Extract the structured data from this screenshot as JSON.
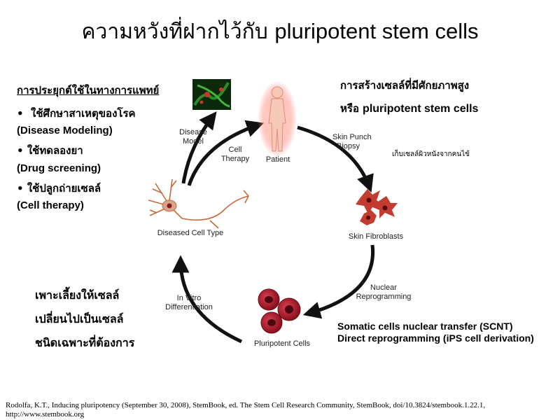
{
  "title": {
    "thai": "ความหวังที่ฝากไว้กับ",
    "english": "pluripotent stem cells"
  },
  "left_panel": {
    "heading": "การประยุกต์ใช้ในทางการแพทย์",
    "items": [
      {
        "bullet": "•",
        "thai": "ใช้ศึกษาสาเหตุของโรค",
        "english": "(Disease Modeling)"
      },
      {
        "bullet": "•",
        "thai": "ใช้ทดลองยา",
        "english": "(Drug screening)"
      },
      {
        "bullet": "•",
        "thai": "ใช้ปลูกถ่ายเซลล์",
        "english": "(Cell therapy)"
      }
    ]
  },
  "right_panel": {
    "line1": "การสร้างเซลล์ที่มีศักยภาพสูง",
    "line2_thai": "หรือ",
    "line2_english": "pluripotent stem cells",
    "note": "เก็บเซลล์ผิวหนังจากคนไข้"
  },
  "bottom_left": {
    "lines": [
      "เพาะเลี้ยงให้เซลล์",
      "เปลี่ยนไปเป็นเซลล์",
      "ชนิดเฉพาะที่ต้องการ"
    ]
  },
  "bottom_right": {
    "lines": [
      "Somatic cells nuclear transfer (SCNT)",
      "Direct reprogramming (iPS cell derivation)"
    ]
  },
  "diagram": {
    "nodes": {
      "patient": "Patient",
      "skin_fibroblasts": "Skin Fibroblasts",
      "pluripotent_cells": "Pluripotent Cells",
      "diseased_cell_type": "Diseased Cell Type"
    },
    "arrows": {
      "skin_punch_biopsy": [
        "Skin Punch",
        "Biopsy"
      ],
      "nuclear_reprogramming": [
        "Nuclear",
        "Reprogramming"
      ],
      "in_vitro_differentiation": [
        "In Vitro",
        "Differentiation"
      ],
      "cell_therapy": [
        "Cell",
        "Therapy"
      ],
      "disease_model": [
        "Disease",
        "Model"
      ]
    },
    "colors": {
      "arrow": "#111111",
      "patient_glow": "#ff6f6f",
      "patient_body": "#f6c8b8",
      "cell_red": "#b0182c",
      "cell_dark": "#5a0a12",
      "fibroblast": "#c43b2f",
      "micrograph_green": "#2f8a2a"
    }
  },
  "reference": {
    "line1": "Rodolfa, K.T., Inducing pluripotency (September 30, 2008), StemBook, ed. The Stem Cell Research Community, StemBook, doi/10.3824/stembook.1.22.1,",
    "line2": "http://www.stembook.org"
  }
}
